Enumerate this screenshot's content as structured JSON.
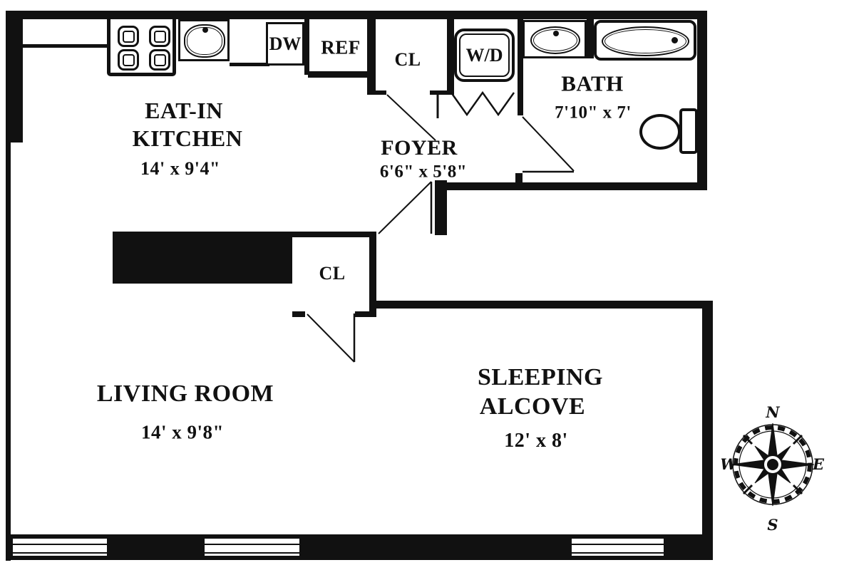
{
  "rooms": {
    "kitchen": {
      "name1": "EAT-IN",
      "name2": "KITCHEN",
      "dims": "14' x 9'4\""
    },
    "foyer": {
      "name": "FOYER",
      "dims": "6'6\" x 5'8\""
    },
    "bath": {
      "name": "BATH",
      "dims": "7'10\" x 7'"
    },
    "living": {
      "name": "LIVING ROOM",
      "dims": "14' x  9'8\""
    },
    "alcove": {
      "name1": "SLEEPING",
      "name2": "ALCOVE",
      "dims": "12' x 8'"
    }
  },
  "closets": {
    "foyer_label": "CL",
    "living_label": "CL"
  },
  "appliances": {
    "dishwasher": "DW",
    "refrigerator": "REF",
    "washer_dryer": "W/D"
  },
  "compass": {
    "n": "N",
    "s": "S",
    "e": "E",
    "w": "W"
  },
  "colors": {
    "line": "#111111",
    "background": "#ffffff"
  }
}
